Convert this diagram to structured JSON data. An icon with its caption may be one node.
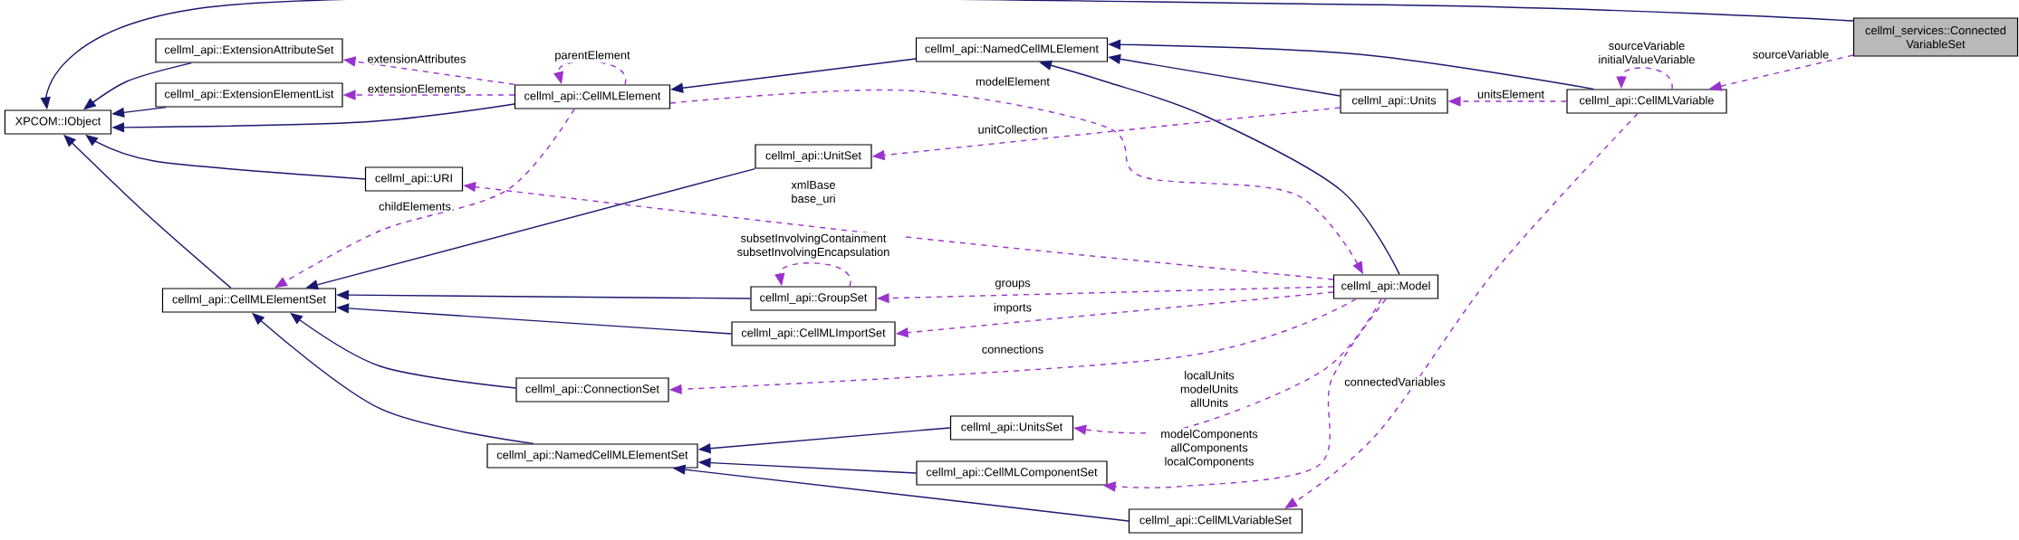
{
  "diagram": {
    "nodes": [
      {
        "text": [
          "XPCOM::IObject"
        ]
      },
      {
        "text": [
          "cellml_api::ExtensionAttributeSet"
        ]
      },
      {
        "text": [
          "cellml_api::ExtensionElementList"
        ]
      },
      {
        "text": [
          "cellml_api::CellMLElement"
        ]
      },
      {
        "text": [
          "cellml_api::NamedCellMLElement"
        ]
      },
      {
        "text": [
          "cellml_services::Connected VariableSet"
        ]
      },
      {
        "text": [
          "cellml_api::Units"
        ]
      },
      {
        "text": [
          "cellml_api::CellMLVariable"
        ]
      },
      {
        "text": [
          "cellml_api::URI"
        ]
      },
      {
        "text": [
          "cellml_api::UnitSet"
        ]
      },
      {
        "text": [
          "cellml_api::CellMLElementSet"
        ]
      },
      {
        "text": [
          "cellml_api::GroupSet"
        ]
      },
      {
        "text": [
          "cellml_api::Model"
        ]
      },
      {
        "text": [
          "cellml_api::CellMLImportSet"
        ]
      },
      {
        "text": [
          "cellml_api::ConnectionSet"
        ]
      },
      {
        "text": [
          "cellml_api::UnitsSet"
        ]
      },
      {
        "text": [
          "cellml_api::NamedCellMLElementSet"
        ]
      },
      {
        "text": [
          "cellml_api::CellMLComponentSet"
        ]
      },
      {
        "text": [
          "cellml_api::CellMLVariableSet"
        ]
      }
    ],
    "edges": [
      {
        "from": 1,
        "to": 0,
        "arrow": "to"
      },
      {
        "from": 2,
        "to": 0,
        "arrow": "to"
      },
      {
        "from": 3,
        "to": 0,
        "arrow": "to"
      },
      {
        "from": 8,
        "to": 0,
        "arrow": "to"
      },
      {
        "from": 10,
        "to": 0,
        "arrow": "to"
      },
      {
        "from": 5,
        "to": 0,
        "arrow": "to"
      },
      {
        "from": 4,
        "to": 3,
        "arrow": "to"
      },
      {
        "from": 6,
        "to": 4,
        "arrow": "to"
      },
      {
        "from": 7,
        "to": 4,
        "arrow": "to"
      },
      {
        "from": 12,
        "to": 4,
        "arrow": "to"
      },
      {
        "from": 9,
        "to": 10,
        "arrow": "to"
      },
      {
        "from": 11,
        "to": 10,
        "arrow": "to"
      },
      {
        "from": 13,
        "to": 10,
        "arrow": "to"
      },
      {
        "from": 14,
        "to": 10,
        "arrow": "to"
      },
      {
        "from": 16,
        "to": 10,
        "arrow": "to"
      },
      {
        "from": 15,
        "to": 16,
        "arrow": "to"
      },
      {
        "from": 17,
        "to": 16,
        "arrow": "to"
      },
      {
        "from": 18,
        "to": 16,
        "arrow": "to"
      },
      {
        "from": 3,
        "to": 1,
        "arrow": "to",
        "label": "extensionAttributes",
        "style": "dashed",
        "color": "#9a32cd"
      },
      {
        "from": 3,
        "to": 2,
        "arrow": "to",
        "label": "extensionElements",
        "style": "dashed",
        "color": "#9a32cd"
      },
      {
        "from": 3,
        "to": 3,
        "arrow": "to",
        "label": "parentElement",
        "style": "dashed",
        "color": "#9a32cd"
      },
      {
        "from": 3,
        "to": 10,
        "arrow": "to",
        "label": "childElements",
        "style": "dashed",
        "color": "#9a32cd"
      },
      {
        "from": 3,
        "to": 12,
        "arrow": "to",
        "label": "modelElement",
        "style": "dashed",
        "color": "#9a32cd"
      },
      {
        "from": 6,
        "to": 9,
        "arrow": "to",
        "label": "unitCollection",
        "style": "dashed",
        "color": "#9a32cd"
      },
      {
        "from": 12,
        "to": 8,
        "arrow": "to",
        "label": "xmlBase base_uri",
        "style": "dashed",
        "color": "#9a32cd"
      },
      {
        "from": 11,
        "to": 11,
        "arrow": "to",
        "label": "subsetInvolvingContainment subsetInvolvingEncapsulation",
        "style": "dashed",
        "color": "#9a32cd"
      },
      {
        "from": 12,
        "to": 11,
        "arrow": "to",
        "label": "groups",
        "style": "dashed",
        "color": "#9a32cd"
      },
      {
        "from": 12,
        "to": 13,
        "arrow": "to",
        "label": "imports",
        "style": "dashed",
        "color": "#9a32cd"
      },
      {
        "from": 12,
        "to": 14,
        "arrow": "to",
        "label": "connections",
        "style": "dashed",
        "color": "#9a32cd"
      },
      {
        "from": 12,
        "to": 15,
        "arrow": "to",
        "label": "localUnits modelUnits allUnits",
        "style": "dashed",
        "color": "#9a32cd"
      },
      {
        "from": 12,
        "to": 17,
        "arrow": "to",
        "label": "modelComponents allComponents localComponents",
        "style": "dashed",
        "color": "#9a32cd"
      },
      {
        "from": 7,
        "to": 6,
        "arrow": "to",
        "label": "unitsElement",
        "style": "dashed",
        "color": "#9a32cd"
      },
      {
        "from": 7,
        "to": 7,
        "arrow": "to",
        "label": "sourceVariable initialValueVariable",
        "style": "dashed",
        "color": "#9a32cd"
      },
      {
        "from": 5,
        "to": 7,
        "arrow": "to",
        "label": "sourceVariable",
        "style": "dashed",
        "color": "#9a32cd"
      },
      {
        "from": 7,
        "to": 18,
        "arrow": "to",
        "label": "connectedVariables",
        "style": "dashed",
        "color": "#9a32cd"
      }
    ]
  }
}
